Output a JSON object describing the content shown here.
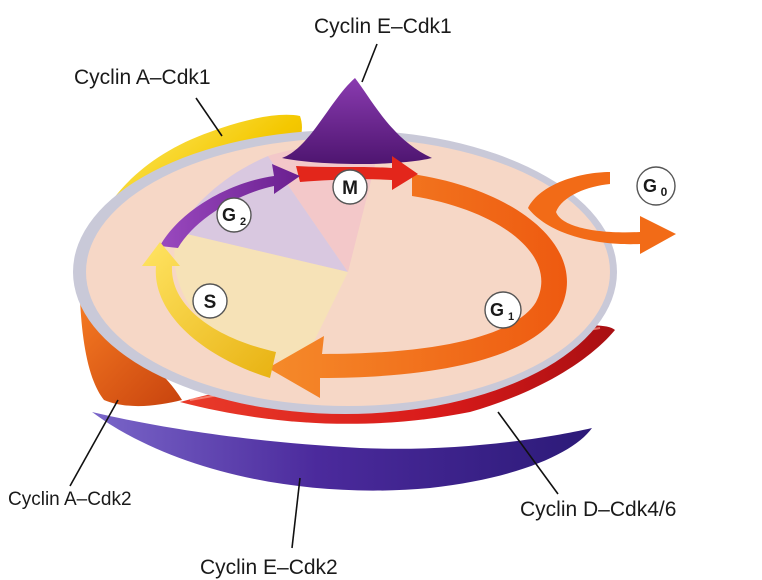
{
  "labels": {
    "cyclin_e_cdk1": "Cyclin E–Cdk1",
    "cyclin_a_cdk1": "Cyclin A–Cdk1",
    "cyclin_a_cdk2": "Cyclin A–Cdk2",
    "cyclin_e_cdk2": "Cyclin E–Cdk2",
    "cyclin_d_cdk46": "Cyclin D–Cdk4/6"
  },
  "phases": {
    "m": "M",
    "g2_letter": "G",
    "g2_sub": "2",
    "s": "S",
    "g1_letter": "G",
    "g1_sub": "1",
    "g0_letter": "G",
    "g0_sub": "0"
  },
  "colors": {
    "cyclin_a_cdk1": "#f2c400",
    "cyclin_e_cdk1": "#6a1e8c",
    "cyclin_a_cdk2": "#e8601a",
    "cyclin_e_cdk2": "#4b2a9c",
    "cyclin_d_cdk46": "#dd1f1f",
    "arrow_g1": "#f26b17",
    "arrow_m": "#e3261b",
    "arrow_g2": "#7a2e9e",
    "arrow_s": "#f0c419",
    "disc": "#f6d7c6"
  }
}
